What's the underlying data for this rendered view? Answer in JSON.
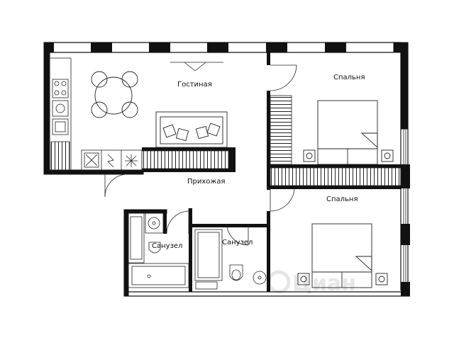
{
  "labels": {
    "living_room": "Гостиная",
    "bedroom_1": "Спальня",
    "bedroom_2": "Спальня",
    "hallway": "Прихожая",
    "bathroom_1": "Санузел",
    "bathroom_2": "Санузел"
  },
  "watermark": "Циан",
  "colors": {
    "wall": "#111111",
    "line": "#222222",
    "background": "#ffffff",
    "watermark": "#e6e6e6"
  },
  "icons": {
    "watermark_logo": "cian-logo-icon"
  }
}
